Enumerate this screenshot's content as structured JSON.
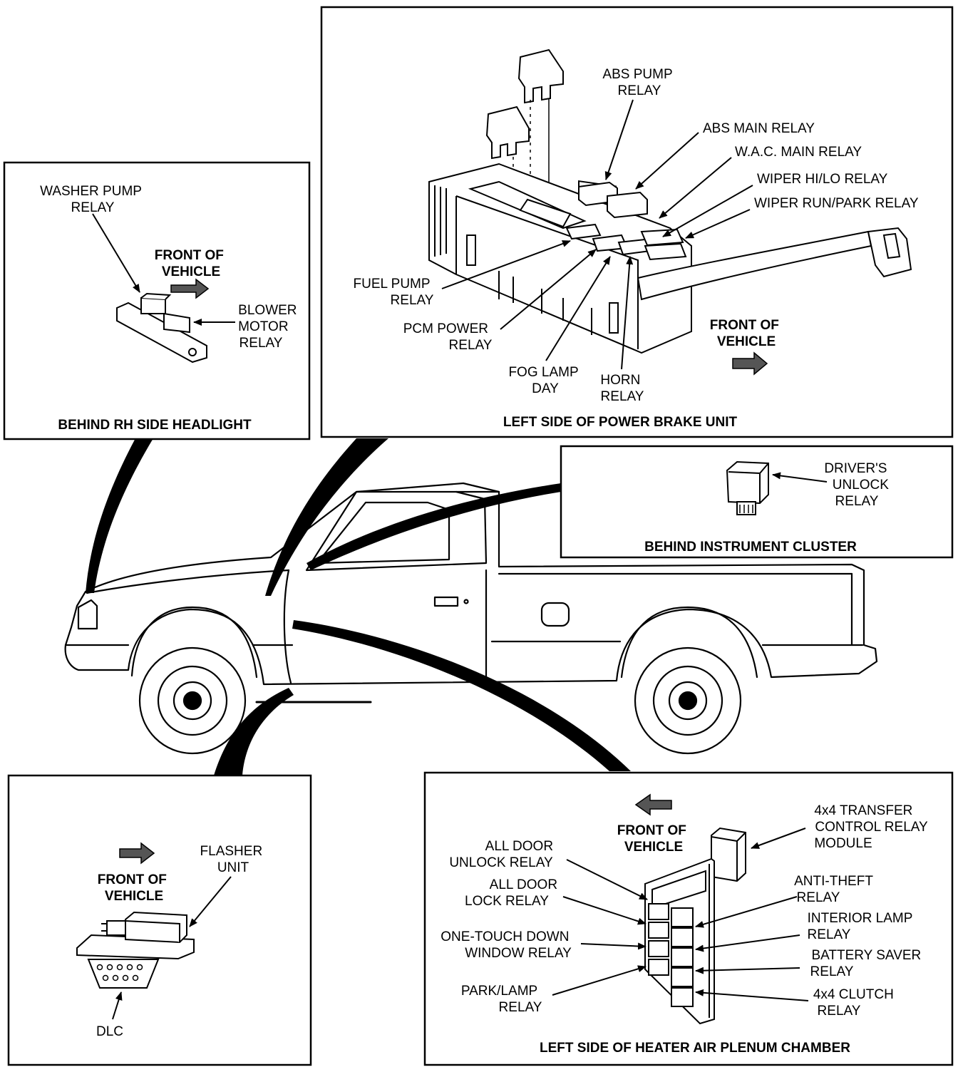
{
  "colors": {
    "ink": "#000000",
    "paper": "#ffffff",
    "shade": "#d9d9d9"
  },
  "panels": {
    "rh_headlight": {
      "caption": "BEHIND RH SIDE HEADLIGHT",
      "washer_pump": [
        "WASHER PUMP",
        "RELAY"
      ],
      "front_of_vehicle": [
        "FRONT OF",
        "VEHICLE"
      ],
      "blower_motor": [
        "BLOWER",
        "MOTOR",
        "RELAY"
      ]
    },
    "power_brake": {
      "caption": "LEFT SIDE OF POWER BRAKE UNIT",
      "abs_pump": [
        "ABS PUMP",
        "RELAY"
      ],
      "abs_main": "ABS MAIN RELAY",
      "wac_main": "W.A.C. MAIN RELAY",
      "wiper_hilo": "WIPER HI/LO RELAY",
      "wiper_run_park": "WIPER RUN/PARK RELAY",
      "fuel_pump": [
        "FUEL PUMP",
        "RELAY"
      ],
      "pcm_power": [
        "PCM POWER",
        "RELAY"
      ],
      "fog_lamp": [
        "FOG LAMP",
        "DAY"
      ],
      "horn": [
        "HORN",
        "RELAY"
      ],
      "front_of_vehicle": [
        "FRONT OF",
        "VEHICLE"
      ]
    },
    "instrument_cluster": {
      "caption": "BEHIND INSTRUMENT CLUSTER",
      "drivers_unlock": [
        "DRIVER'S",
        "UNLOCK",
        "RELAY"
      ]
    },
    "flasher": {
      "front_of_vehicle": [
        "FRONT OF",
        "VEHICLE"
      ],
      "flasher_unit": [
        "FLASHER",
        "UNIT"
      ],
      "dlc": "DLC"
    },
    "heater_plenum": {
      "caption": "LEFT SIDE OF HEATER AIR PLENUM CHAMBER",
      "front_of_vehicle": [
        "FRONT OF",
        "VEHICLE"
      ],
      "transfer": [
        "4x4 TRANSFER",
        "CONTROL RELAY",
        "MODULE"
      ],
      "all_door_unlock": [
        "ALL DOOR",
        "UNLOCK RELAY"
      ],
      "all_door_lock": [
        "ALL DOOR",
        "LOCK RELAY"
      ],
      "one_touch": [
        "ONE-TOUCH DOWN",
        "WINDOW RELAY"
      ],
      "park_lamp": [
        "PARK/LAMP",
        "RELAY"
      ],
      "anti_theft": [
        "ANTI-THEFT",
        "RELAY"
      ],
      "interior_lamp": [
        "INTERIOR LAMP",
        "RELAY"
      ],
      "battery_saver": [
        "BATTERY SAVER",
        "RELAY"
      ],
      "clutch": [
        "4x4 CLUTCH",
        "RELAY"
      ]
    }
  }
}
